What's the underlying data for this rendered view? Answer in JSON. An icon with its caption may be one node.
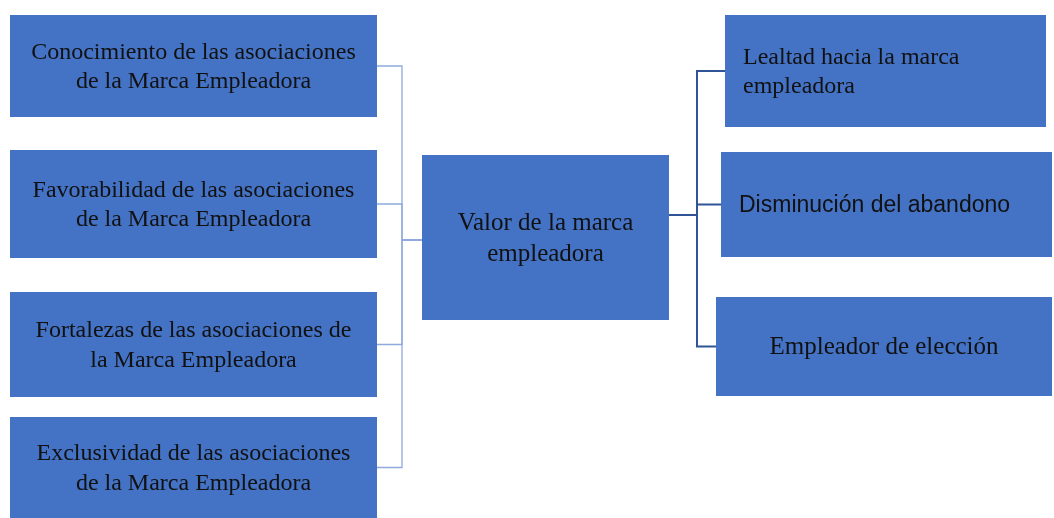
{
  "diagram": {
    "nodes": [
      {
        "text": [
          "Conocimiento de las asociaciones de la Marca Empleadora"
        ]
      },
      {
        "text": [
          "Favorabilidad de las asociaciones de la Marca Empleadora"
        ]
      },
      {
        "text": [
          "Fortalezas de las asociaciones de la Marca Empleadora"
        ]
      },
      {
        "text": [
          "Exclusividad de las asociaciones de la Marca Empleadora"
        ]
      },
      {
        "text": [
          "Valor de la marca empleadora"
        ]
      },
      {
        "text": [
          "Lealtad hacia la marca empleadora"
        ]
      },
      {
        "text": [
          "Disminución del abandono"
        ]
      },
      {
        "text": [
          "Empleador de elección"
        ]
      }
    ],
    "edges": [
      {
        "from": 0,
        "to": 4,
        "arrow": "none"
      },
      {
        "from": 1,
        "to": 4,
        "arrow": "none"
      },
      {
        "from": 2,
        "to": 4,
        "arrow": "none"
      },
      {
        "from": 3,
        "to": 4,
        "arrow": "none"
      },
      {
        "from": 4,
        "to": 5,
        "arrow": "none",
        "color": "#2f5597"
      },
      {
        "from": 4,
        "to": 6,
        "arrow": "none",
        "color": "#2f5597"
      },
      {
        "from": 4,
        "to": 7,
        "arrow": "none",
        "color": "#2f5597"
      }
    ]
  }
}
